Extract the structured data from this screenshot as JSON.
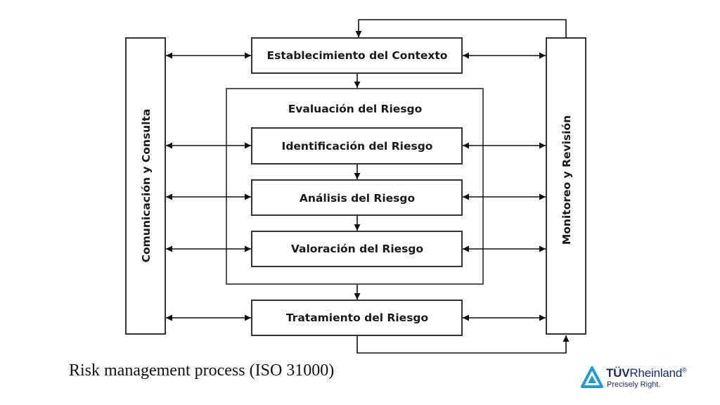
{
  "diagram": {
    "boxes": {
      "context": "Establecimiento del Contexto",
      "evaluation": "Evaluación del Riesgo",
      "identification": "Identificación del Riesgo",
      "analysis": "Análisis del Riesgo",
      "valuation": "Valoración del Riesgo",
      "treatment": "Tratamiento del Riesgo"
    },
    "left_column": "Comunicación y Consulta",
    "right_column": "Monitoreo y Revisión"
  },
  "caption": "Risk management process (ISO 31000)",
  "logo": {
    "brand_bold": "TÜV",
    "brand_regular": "Rheinland",
    "registered": "®",
    "tagline": "Precisely Right.",
    "icon": "tuv-triangle-icon",
    "color": "#1a2b5f",
    "accent": "#1f9ad6"
  }
}
